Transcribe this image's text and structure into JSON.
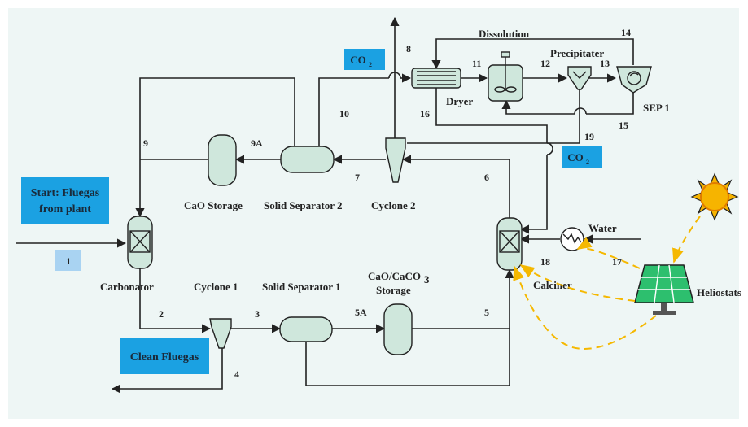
{
  "colors": {
    "background": "#eef6f5",
    "equipment_fill": "#cfe7dc",
    "callout_blue": "#1ba1e2",
    "label_box": "#a9d3f2",
    "sun_yellow": "#f6b400",
    "sun_orange": "#e07b00",
    "panel_green": "#2dbf6e",
    "solar_path": "#f5b800"
  },
  "callouts": {
    "start_line1": "Start: Fluegas",
    "start_line2": "from plant",
    "clean": "Clean Fluegas",
    "co2_top": "CO",
    "co2_top_sub": "2",
    "co2_right": "CO",
    "co2_right_sub": "2",
    "stream1": "1"
  },
  "equipment": {
    "carbonator": "Carbonator",
    "cyclone1": "Cyclone 1",
    "solid_sep1": "Solid Separator 1",
    "storage_caco3_line1": "CaO/CaCO",
    "storage_caco3_sub": "3",
    "storage_caco3_line2": "Storage",
    "calciner": "Calciner",
    "cao_storage": "CaO Storage",
    "solid_sep2": "Solid Separator 2",
    "cyclone2": "Cyclone 2",
    "dryer": "Dryer",
    "dissolution": "Dissolution",
    "precipitater": "Precipitater",
    "sep1": "SEP 1",
    "water": "Water",
    "heliostats": "Heliostats"
  },
  "streams": {
    "s2": "2",
    "s3": "3",
    "s4": "4",
    "s5": "5",
    "s5a": "5A",
    "s6": "6",
    "s7": "7",
    "s8": "8",
    "s9": "9",
    "s9a": "9A",
    "s10": "10",
    "s11": "11",
    "s12": "12",
    "s13": "13",
    "s14": "14",
    "s15": "15",
    "s16": "16",
    "s17": "17",
    "s18": "18",
    "s19": "19"
  }
}
